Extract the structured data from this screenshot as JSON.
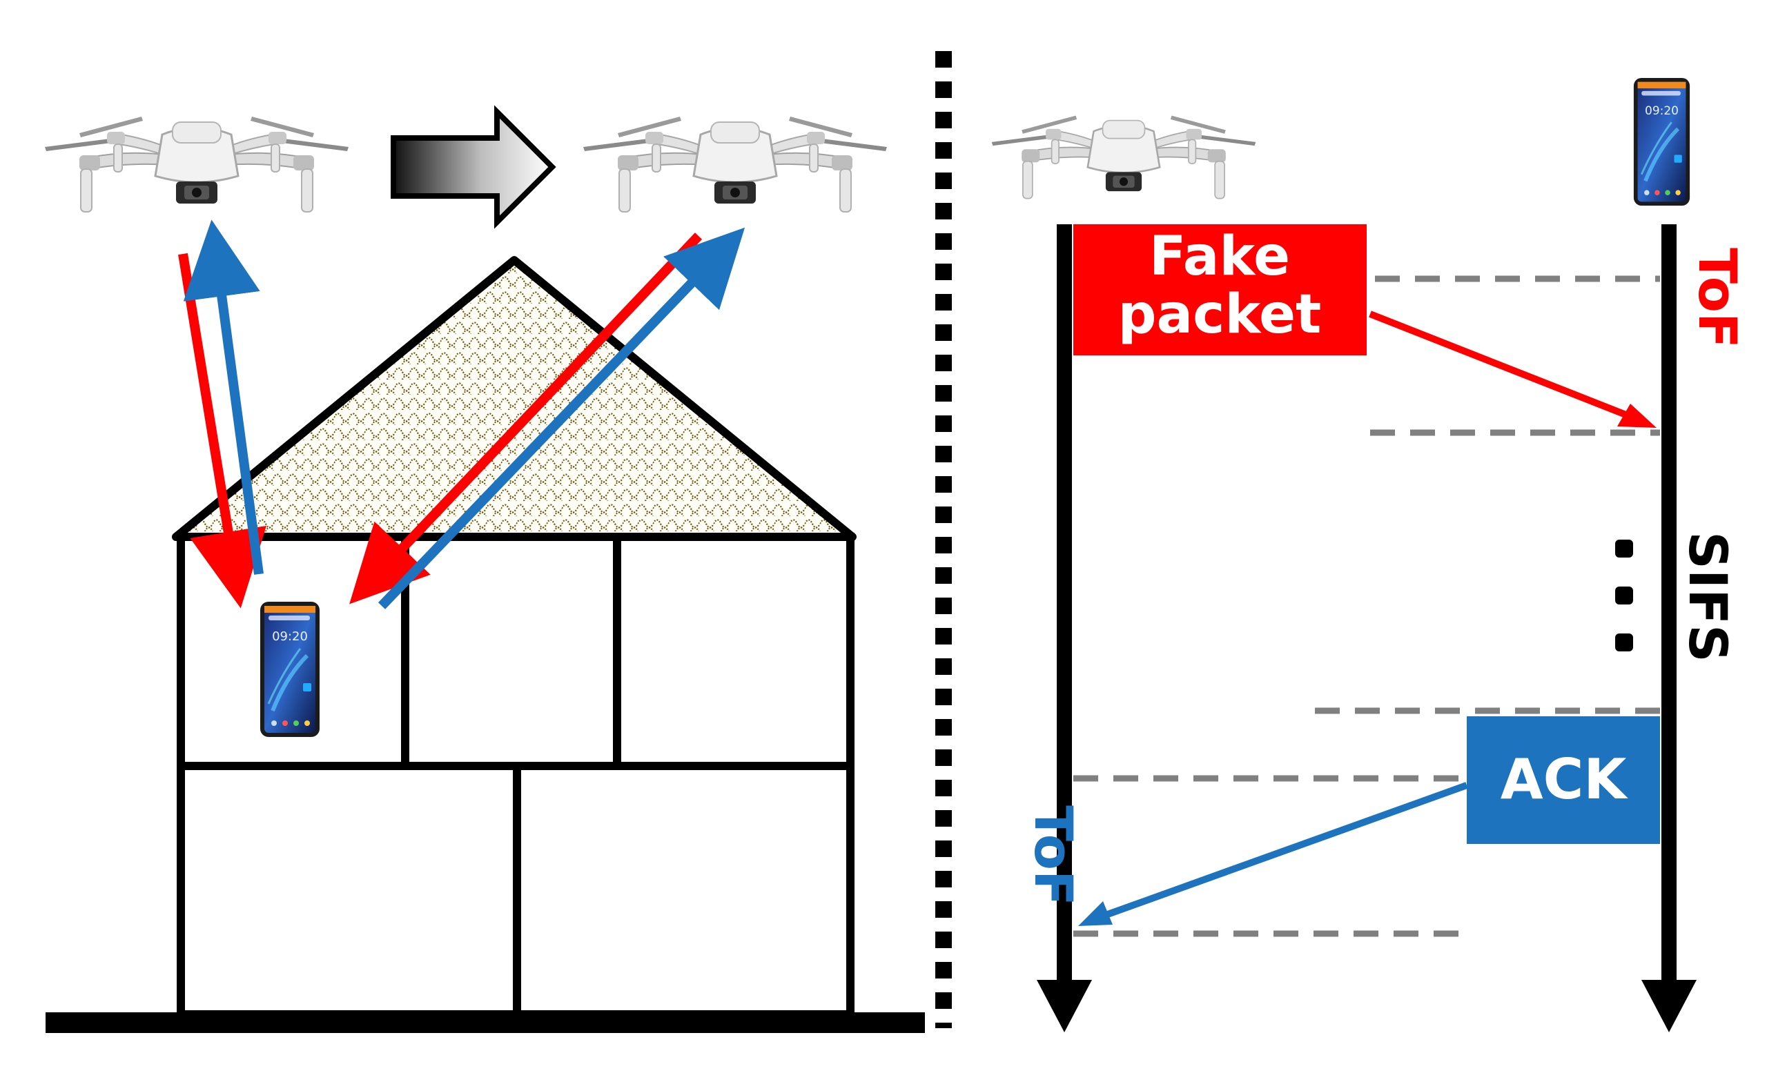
{
  "labels": {
    "fake_packet_line1": "Fake",
    "fake_packet_line2": "packet",
    "ack": "ACK",
    "tof_right": "ToF",
    "tof_left": "ToF",
    "sifs": "SIFS"
  },
  "icons": {
    "drone": "drone-icon",
    "phone": "smartphone-icon",
    "transition_arrow": "right-arrow-icon"
  },
  "colors": {
    "request": "#ff0000",
    "response": "#1e73be",
    "timeline": "#000000",
    "guide": "#808080",
    "roof_pattern": "#6b5a10",
    "text_on_box": "#ffffff"
  }
}
